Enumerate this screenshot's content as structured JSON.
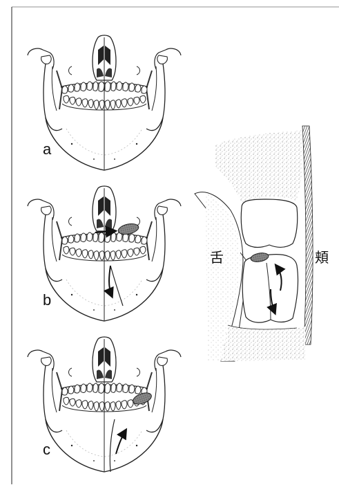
{
  "figure": {
    "panels": [
      {
        "id": "a",
        "label": "a"
      },
      {
        "id": "b",
        "label": "b"
      },
      {
        "id": "c",
        "label": "c"
      }
    ],
    "cross_section": {
      "tongue_label": "舌",
      "cheek_label": "頬"
    }
  }
}
